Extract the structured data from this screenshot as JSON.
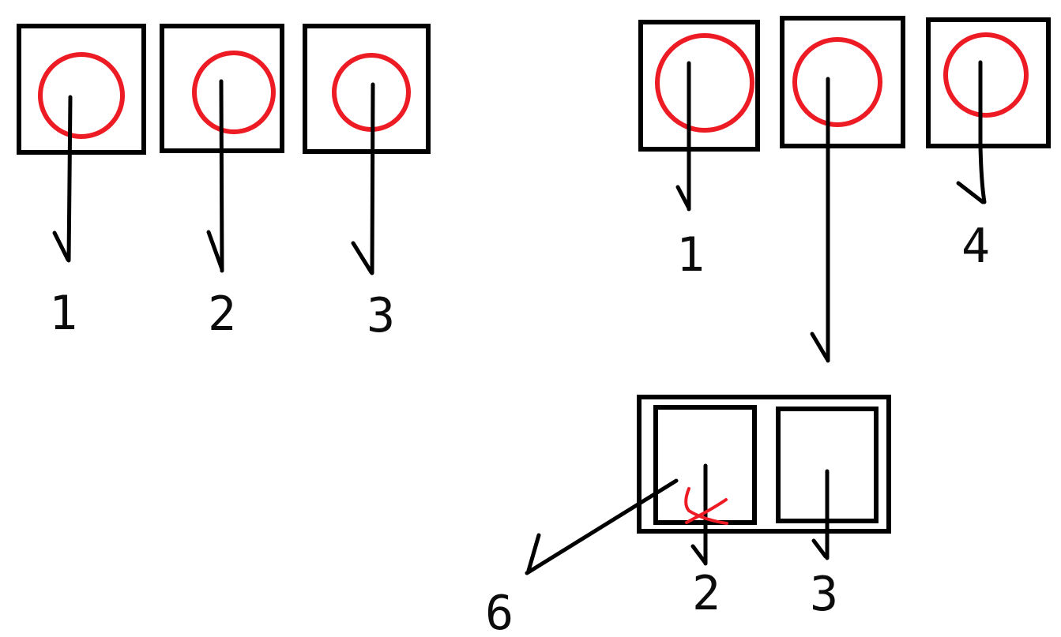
{
  "colors": {
    "ink": "#000000",
    "accent_red": "#ED1C24",
    "background": "#FFFFFF"
  },
  "left_group": {
    "labels": [
      "1",
      "2",
      "3"
    ]
  },
  "right_group": {
    "first_label": "1",
    "third_label": "4"
  },
  "detail_box": {
    "left_pane_label": "2",
    "right_pane_label": "3",
    "callout_label": "6"
  }
}
